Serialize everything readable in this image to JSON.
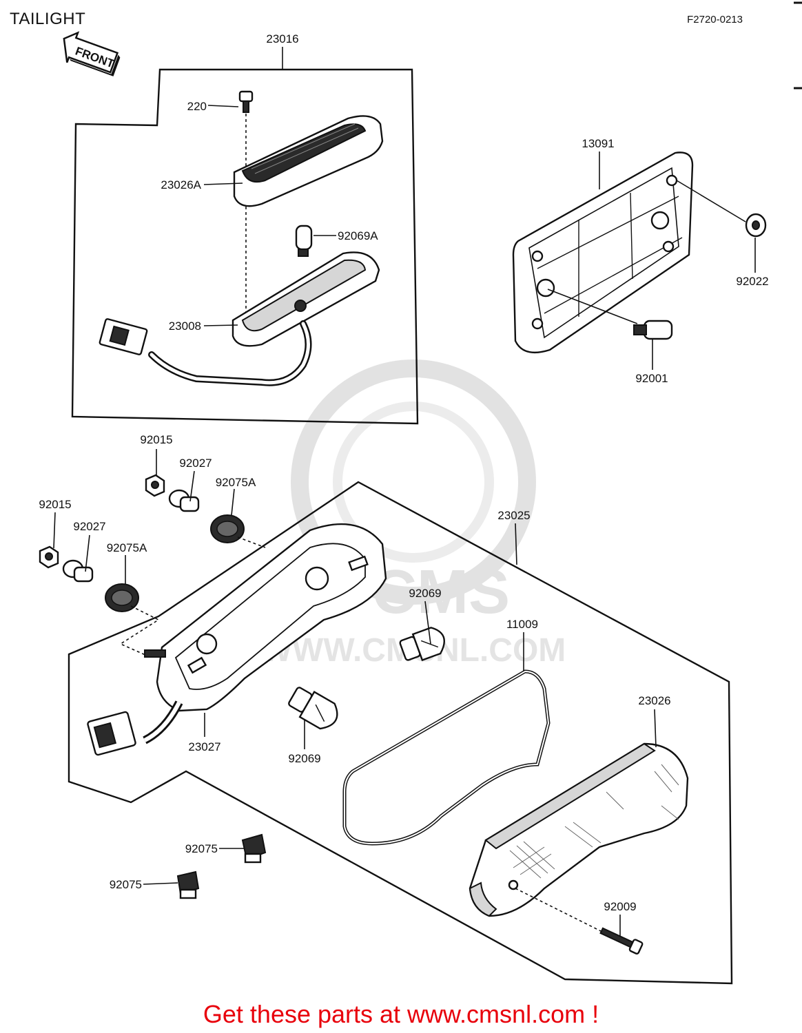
{
  "header": {
    "title": "TAILIGHT",
    "diagram_code": "F2720-0213",
    "front_arrow_label": "FRONT"
  },
  "watermark": {
    "logo_text": "CMS",
    "url_text": "WWW.CMSNL.COM"
  },
  "callouts": {
    "p23016": "23016",
    "p220": "220",
    "p23026A": "23026A",
    "p92069A": "92069A",
    "p23008": "23008",
    "p13091": "13091",
    "p92022": "92022",
    "p92001": "92001",
    "p92015_a": "92015",
    "p92027_a": "92027",
    "p92075A_a": "92075A",
    "p92015_b": "92015",
    "p92027_b": "92027",
    "p92075A_b": "92075A",
    "p23025": "23025",
    "p92069_a": "92069",
    "p11009": "11009",
    "p23027": "23027",
    "p92069_b": "92069",
    "p23026": "23026",
    "p92075_a": "92075",
    "p92075_b": "92075",
    "p92009": "92009"
  },
  "footer": {
    "text": "Get these parts at www.cmsnl.com !"
  },
  "colors": {
    "footer_text": "#e8000b",
    "line_art": "#111111",
    "watermark": "#e2e2e2"
  }
}
